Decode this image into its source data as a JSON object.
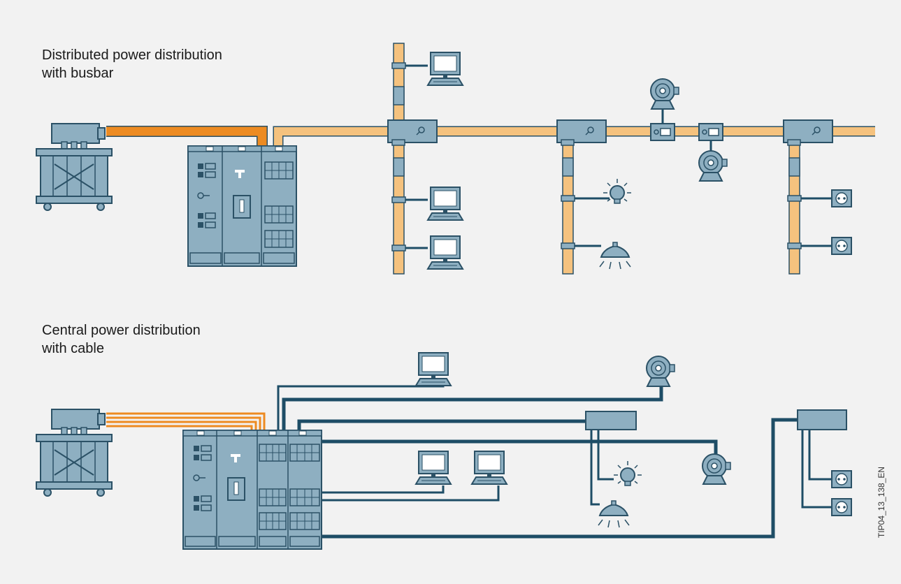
{
  "title_top_line1": "Distributed power distribution",
  "title_top_line2": "with busbar",
  "title_bottom_line1": "Central power distribution",
  "title_bottom_line2": "with cable",
  "figure_code": "TIP04_13_138_EN",
  "colors": {
    "background": "#f2f2f2",
    "busbar_light": "#f5c27e",
    "busbar_dark": "#ed8b22",
    "equipment_fill": "#8eafc1",
    "equipment_stroke": "#2b5166",
    "cable": "#1e4d66"
  },
  "icons": [
    "transformer-icon",
    "switchboard-icon",
    "computer-icon",
    "motor-icon",
    "lamp-icon",
    "ceiling-light-icon",
    "socket-icon",
    "tap-off-unit-icon"
  ]
}
